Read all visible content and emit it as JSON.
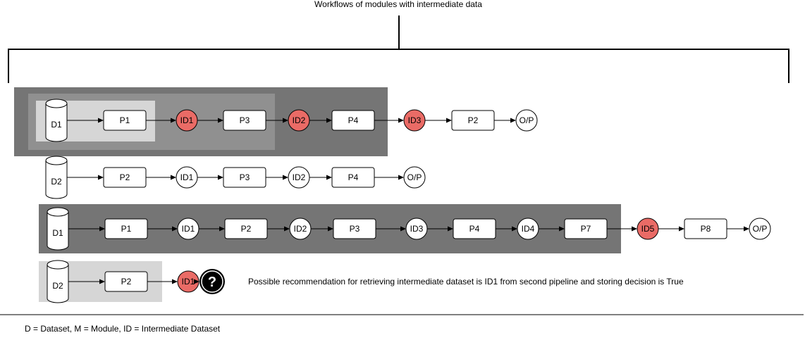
{
  "title": "Workflows of modules with intermediate data",
  "colors": {
    "dark_box": "#757575",
    "mid_box": "#909090",
    "light_box": "#d6d6d6",
    "highlight_node": "#ea6b66",
    "node_fill": "#ffffff",
    "stroke": "#000000",
    "question_fill": "#000000"
  },
  "rows": [
    {
      "dataset": "D1",
      "steps": [
        {
          "label": "P1",
          "kind": "module"
        },
        {
          "label": "ID1",
          "kind": "intermediate",
          "highlight": true
        },
        {
          "label": "P3",
          "kind": "module"
        },
        {
          "label": "ID2",
          "kind": "intermediate",
          "highlight": true
        },
        {
          "label": "P4",
          "kind": "module"
        },
        {
          "label": "ID3",
          "kind": "intermediate",
          "highlight": true
        },
        {
          "label": "P2",
          "kind": "module"
        },
        {
          "label": "O/P",
          "kind": "output"
        }
      ]
    },
    {
      "dataset": "D2",
      "steps": [
        {
          "label": "P2",
          "kind": "module"
        },
        {
          "label": "ID1",
          "kind": "intermediate"
        },
        {
          "label": "P3",
          "kind": "module"
        },
        {
          "label": "ID2",
          "kind": "intermediate"
        },
        {
          "label": "P4",
          "kind": "module"
        },
        {
          "label": "O/P",
          "kind": "output"
        }
      ]
    },
    {
      "dataset": "D1",
      "steps": [
        {
          "label": "P1",
          "kind": "module"
        },
        {
          "label": "ID1",
          "kind": "intermediate"
        },
        {
          "label": "P2",
          "kind": "module"
        },
        {
          "label": "ID2",
          "kind": "intermediate"
        },
        {
          "label": "P3",
          "kind": "module"
        },
        {
          "label": "ID3",
          "kind": "intermediate"
        },
        {
          "label": "P4",
          "kind": "module"
        },
        {
          "label": "ID4",
          "kind": "intermediate"
        },
        {
          "label": "P7",
          "kind": "module"
        },
        {
          "label": "ID5",
          "kind": "intermediate",
          "highlight": true
        },
        {
          "label": "P8",
          "kind": "module"
        },
        {
          "label": "O/P",
          "kind": "output"
        }
      ]
    },
    {
      "dataset": "D2",
      "steps": [
        {
          "label": "P2",
          "kind": "module"
        },
        {
          "label": "ID1",
          "kind": "intermediate",
          "highlight": true
        },
        {
          "label": "?",
          "kind": "question"
        }
      ]
    }
  ],
  "recommendation": "Possible recommendation for retrieving intermediate dataset is ID1 from second pipeline and storing decision is True",
  "legend": "D = Dataset, M = Module, ID = Intermediate Dataset"
}
